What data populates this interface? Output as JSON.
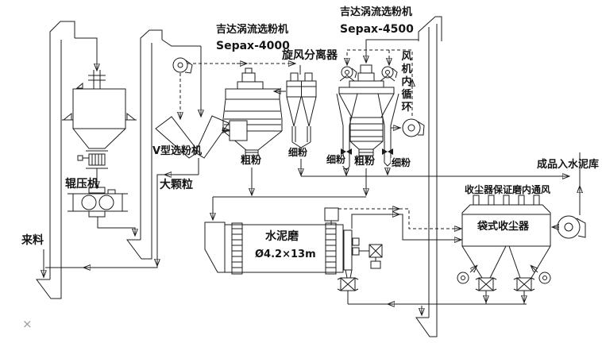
{
  "diagram": {
    "sepax4000": {
      "title": "吉达涡流选粉机",
      "model": "Sepax-4000",
      "coarse": "粗粉"
    },
    "cyclone": {
      "label": "旋风分离器",
      "fine": "细粉"
    },
    "sepax4500": {
      "title": "吉达涡流选粉机",
      "model": "Sepax-4500",
      "fine_left": "细粉",
      "coarse": "粗粉",
      "fine_right": "细粉",
      "fan_note": "风\n机\n内\n循\n环"
    },
    "v_separator": {
      "label": "V型选粉机",
      "coarse": "大颗粒"
    },
    "roller_press": {
      "label": "辊压机"
    },
    "feed": {
      "label": "来料"
    },
    "mill": {
      "name": "水泥磨",
      "size": "Ø4.2×13m"
    },
    "bag_filter": {
      "label": "袋式收尘器",
      "note": "收尘器保证磨内通风"
    },
    "product": {
      "label": "成品入水泥库"
    },
    "watermark": "×",
    "line_color": "#1b1b1b",
    "background": "#ffffff"
  }
}
